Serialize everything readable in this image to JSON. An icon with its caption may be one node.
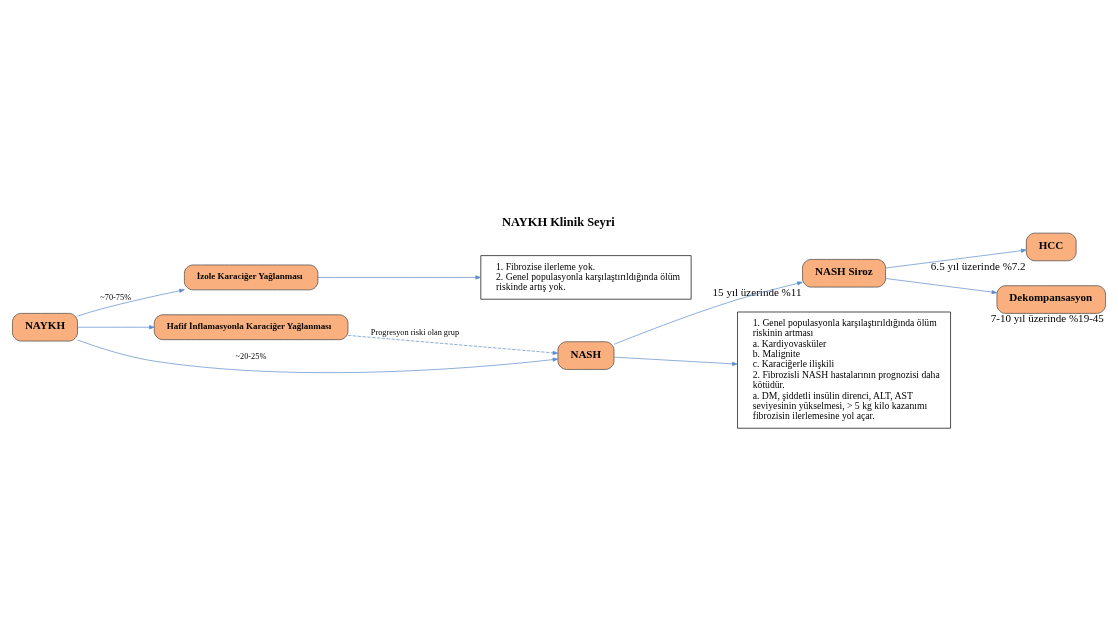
{
  "diagram": {
    "title": "NAYKH Klinik Seyri",
    "nodes": [
      {
        "text": [
          "NAYKH"
        ]
      },
      {
        "text": [
          "İzole Karaciğer Yağlanması"
        ]
      },
      {
        "text": [
          "Hafif İnflamasyonla Karaciğer Yağlanması"
        ]
      },
      {
        "text": [
          "1. Fibrozise ilerleme yok.",
          "2. Genel populasyonla karşılaştırıldığında ölüm riskinde artış yok."
        ]
      },
      {
        "text": [
          "NASH"
        ]
      },
      {
        "text": [
          "NASH Siroz"
        ],
        "beside": [
          "15 yıl üzerinde %11"
        ]
      },
      {
        "text": [
          "HCC"
        ],
        "beside": [
          "6.5 yıl üzerinde %7.2"
        ]
      },
      {
        "text": [
          "Dekompansasyon"
        ],
        "beside": [
          "7-10 yıl üzerinde %19-45"
        ]
      },
      {
        "text": [
          "1. Genel populasyonla karşılaştırıldığında ölüm riskinin artması",
          "a. Kardiyovasküler",
          "b. Malignite",
          "c. Karaciğerle ilişkili",
          "2. Fibrozisli NASH hastalarının prognozisi daha kötüdür.",
          "a. DM, şiddetli insülin direnci, ALT, AST seviyesinin yükselmesi, > 5 kg kilo kazanımı fibrozisin ilerlemesine yol açar."
        ]
      }
    ],
    "edges": [
      {
        "from": 0,
        "to": 1,
        "arrow": "to",
        "label": "~70-75%"
      },
      {
        "from": 0,
        "to": 2,
        "arrow": "to"
      },
      {
        "from": 0,
        "to": 4,
        "arrow": "to",
        "label": "~20-25%"
      },
      {
        "from": 1,
        "to": 3,
        "arrow": "to"
      },
      {
        "from": 2,
        "to": 4,
        "arrow": "to",
        "style": "dashed",
        "label": "Progresyon riski olan grup"
      },
      {
        "from": 4,
        "to": 8,
        "arrow": "to"
      },
      {
        "from": 4,
        "to": 5,
        "arrow": "to"
      },
      {
        "from": 5,
        "to": 6,
        "arrow": "to"
      },
      {
        "from": 5,
        "to": 7,
        "arrow": "to"
      }
    ]
  }
}
